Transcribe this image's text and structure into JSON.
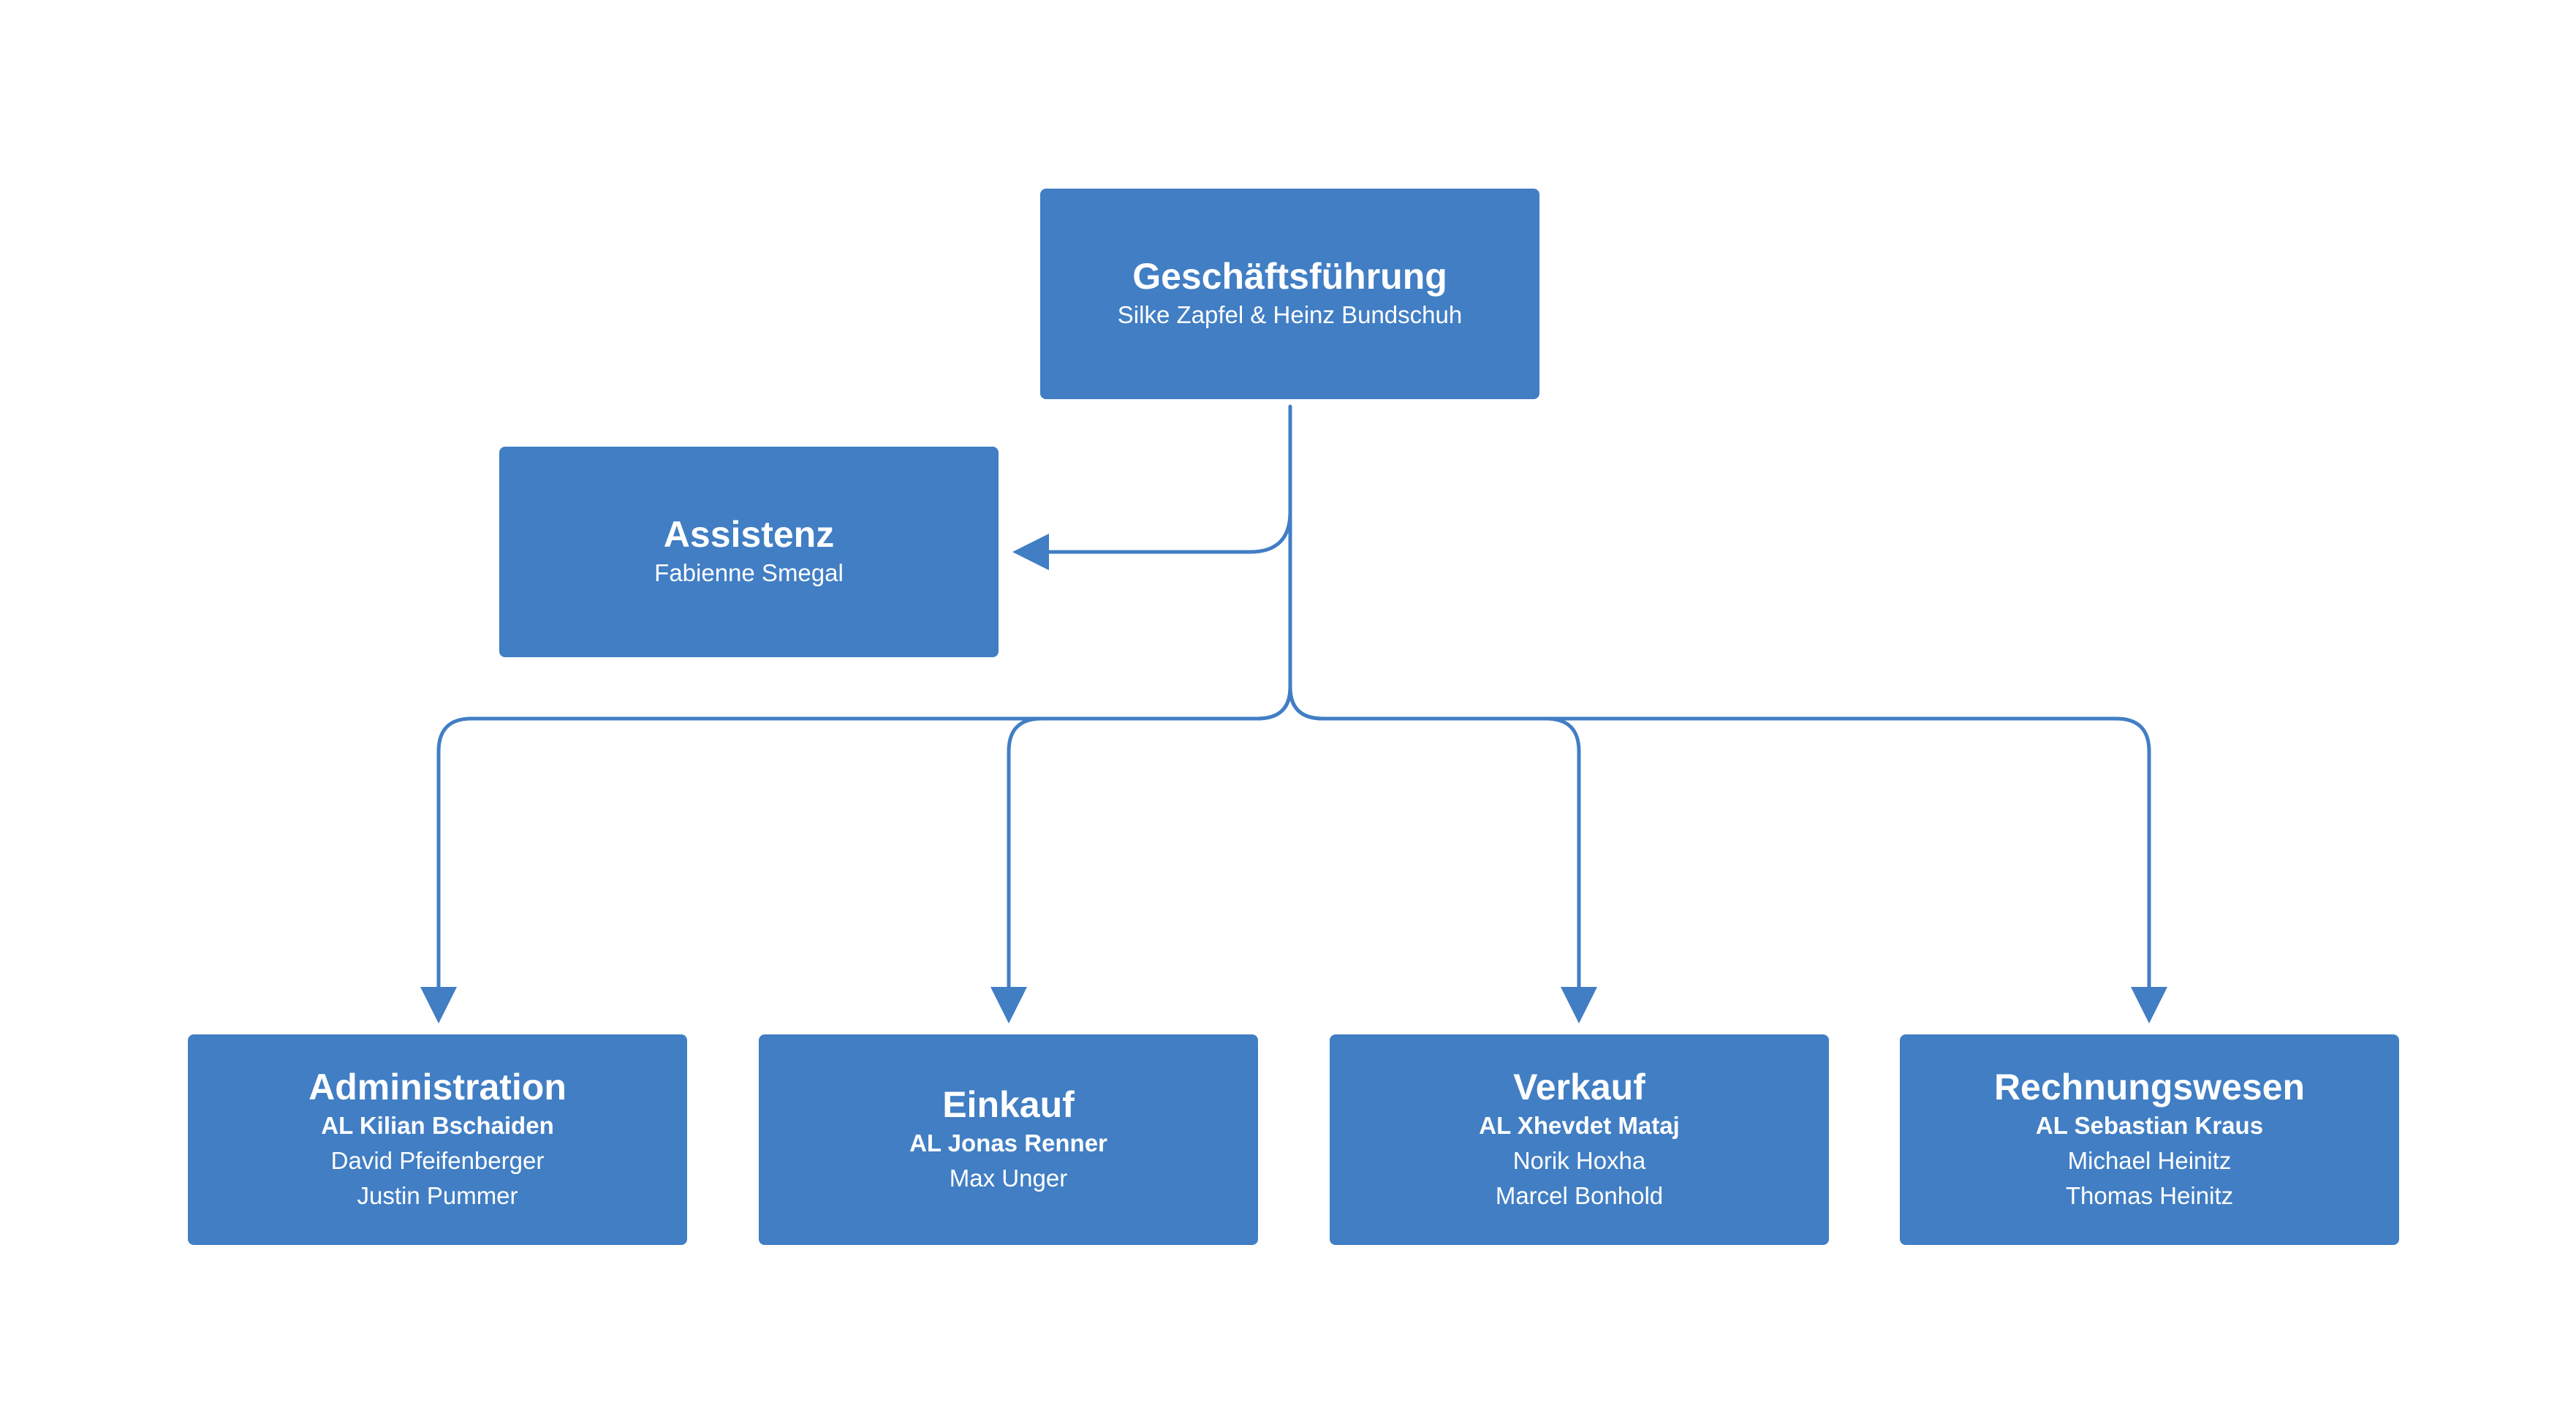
{
  "colors": {
    "box_fill": "#417ec4",
    "connector": "#417ec4",
    "text": "#ffffff",
    "background": "#ffffff"
  },
  "nodes": {
    "management": {
      "title": "Geschäftsführung",
      "subtitle": "Silke Zapfel & Heinz Bundschuh"
    },
    "assistant": {
      "title": "Assistenz",
      "subtitle": "Fabienne Smegal"
    },
    "departments": [
      {
        "title": "Administration",
        "lead": "AL Kilian Bschaiden",
        "members": [
          "David Pfeifenberger",
          "Justin Pummer"
        ]
      },
      {
        "title": "Einkauf",
        "lead": "AL Jonas Renner",
        "members": [
          "Max Unger"
        ]
      },
      {
        "title": "Verkauf",
        "lead": "AL Xhevdet Mataj",
        "members": [
          "Norik Hoxha",
          "Marcel Bonhold"
        ]
      },
      {
        "title": "Rechnungswesen",
        "lead": "AL Sebastian Kraus",
        "members": [
          "Michael Heinitz",
          "Thomas Heinitz"
        ]
      }
    ]
  }
}
